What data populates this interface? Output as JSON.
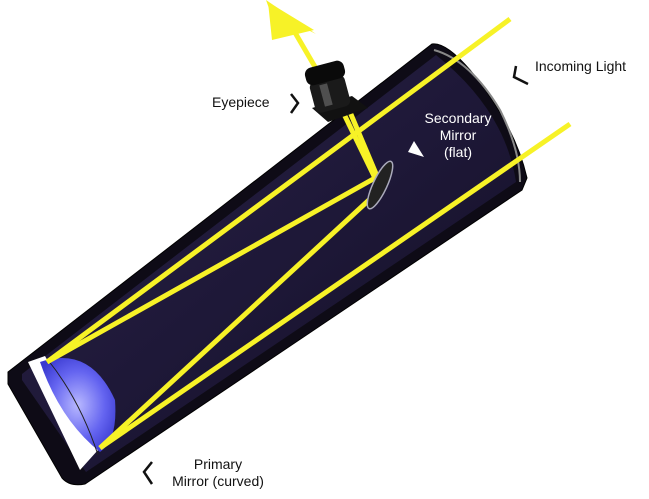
{
  "labels": {
    "eyepiece": "Eyepiece",
    "incoming_light": "Incoming Light",
    "secondary_mirror_line1": "Secondary",
    "secondary_mirror_line2": "Mirror",
    "secondary_mirror_line3": "(flat)",
    "primary_mirror_line1": "Primary",
    "primary_mirror_line2": "Mirror (curved)"
  },
  "colors": {
    "tube": "#1c1530",
    "light_ray": "#f7f227",
    "mirror": "#5a5ae8"
  }
}
